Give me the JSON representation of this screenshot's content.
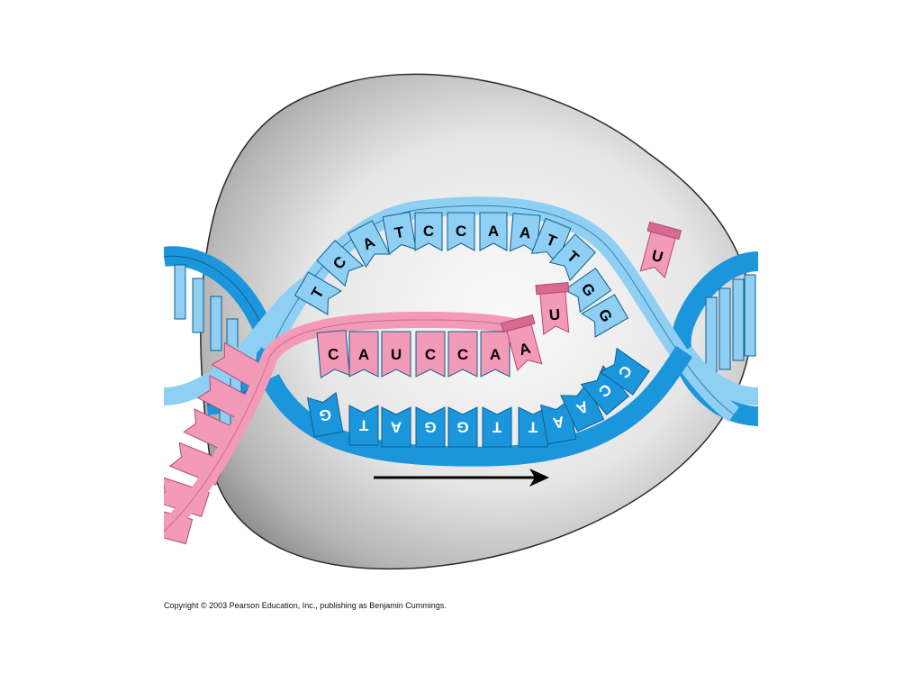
{
  "diagram": {
    "nontemplate_strand": [
      "T",
      "C",
      "A",
      "T",
      "C",
      "C",
      "A",
      "A",
      "T",
      "T",
      "G",
      "G"
    ],
    "template_strand": [
      "G",
      "T",
      "A",
      "G",
      "G",
      "T",
      "T",
      "A",
      "A",
      "C",
      "C"
    ],
    "rna_paired": [
      "C",
      "A",
      "U",
      "C",
      "C",
      "A"
    ],
    "free_nucleotides": [
      "A",
      "U",
      "U"
    ]
  },
  "colors": {
    "dna_light": "#8fcff3",
    "dna_dark": "#1b96dc",
    "dna_outline": "#0d5f8f",
    "rna": "#f39ab8",
    "rna_dark": "#d86a92",
    "bubble_light": "#f4f4f4",
    "bubble_dark": "#8c8c8c",
    "arrow": "#000000"
  },
  "copyright": "Copyright © 2003 Pearson Education, Inc., publishing as Benjamin Cummings."
}
